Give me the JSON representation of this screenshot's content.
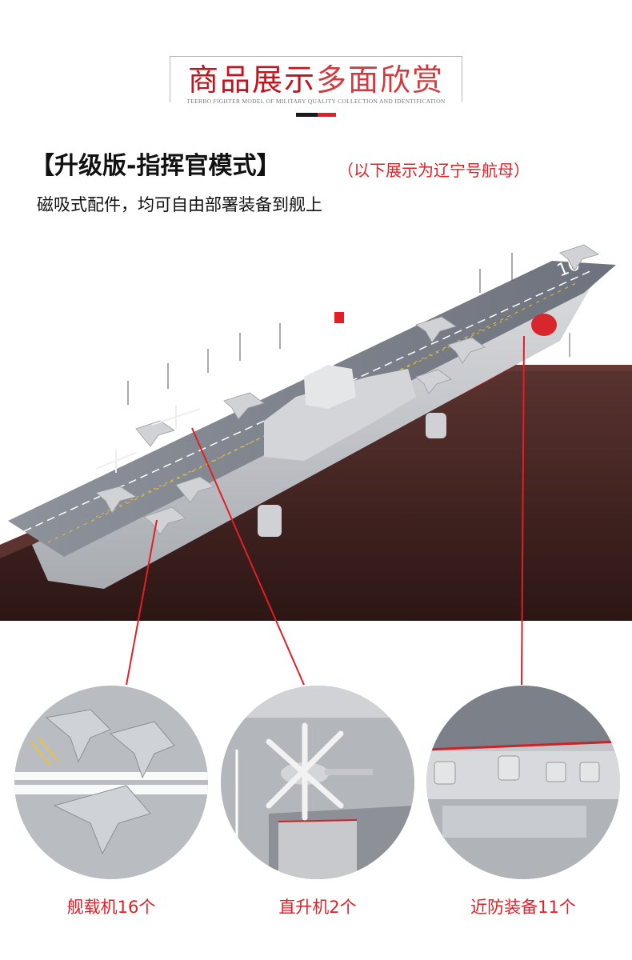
{
  "header": {
    "title_main": "商品展示",
    "title_rest": "多面欣赏",
    "subtitle": "TEERBO FIGHTER MODEL OF MILITARY QUALITY COLLECTION AND IDENTIFICATION"
  },
  "section": {
    "title": "【升级版-指挥官模式】",
    "note": "（以下展示为辽宁号航母）",
    "description": "磁吸式配件，均可自由部署装备到舰上"
  },
  "product": {
    "hull_number": "16"
  },
  "details": [
    {
      "caption": "舰载机16个",
      "icon": "fighter-jet-closeup"
    },
    {
      "caption": "直升机2个",
      "icon": "helicopter-closeup"
    },
    {
      "caption": "近防装备11个",
      "icon": "close-in-weapon-closeup"
    }
  ],
  "colors": {
    "accent": "#e31e24",
    "title_red": "#c0141e",
    "deck_gray": "#7b7f88",
    "hull_red": "#c8242b",
    "base_wood": "#3b1f1c"
  }
}
